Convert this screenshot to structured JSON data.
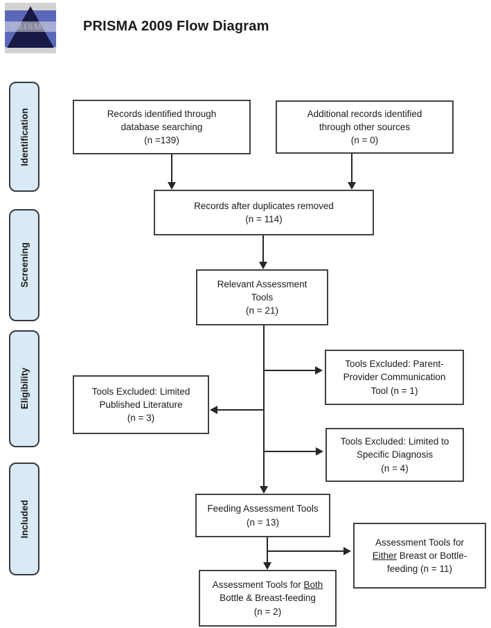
{
  "header": {
    "title": "PRISMA 2009 Flow Diagram",
    "logo_text": "PRISMA"
  },
  "sidebar": {
    "labels": [
      {
        "label": "Identification"
      },
      {
        "label": "Screening"
      },
      {
        "label": "Eligibility"
      },
      {
        "label": "Included"
      }
    ]
  },
  "boxes": {
    "records_database": {
      "text": "Records identified through\ndatabase searching\n(n =139)"
    },
    "records_other": {
      "text": "Additional records identified\nthrough other sources\n(n = 0)"
    },
    "duplicates_removed": {
      "text": "Records after duplicates removed\n(n = 114)"
    },
    "relevant_tools": {
      "text": "Relevant Assessment\nTools\n(n = 21)"
    },
    "excluded_parent_provider": {
      "text": "Tools Excluded: Parent-\nProvider Communication\nTool (n = 1)"
    },
    "excluded_limited_literature": {
      "text": "Tools Excluded: Limited\nPublished Literature\n(n = 3)"
    },
    "excluded_specific_diagnosis": {
      "text": "Tools Excluded: Limited to\nSpecific Diagnosis\n(n = 4)"
    },
    "feeding_tools": {
      "text": "Feeding Assessment Tools\n(n = 13)"
    },
    "either_feeding": {
      "line1": "Assessment Tools for",
      "underline": "Either",
      "line2_rest": " Breast or Bottle-",
      "line3": "feeding (n = 11)"
    },
    "both_feeding": {
      "line1_prefix": "Assessment Tools for ",
      "underline": "Both",
      "line2": "Bottle & Breast-feeding",
      "line3": "(n = 2)"
    }
  },
  "colors": {
    "phase_fill": "#d9eaf6",
    "box_border": "#404040",
    "connector": "#262626",
    "logo_blue": "#5b68ba",
    "logo_pyramid": "#191945"
  }
}
